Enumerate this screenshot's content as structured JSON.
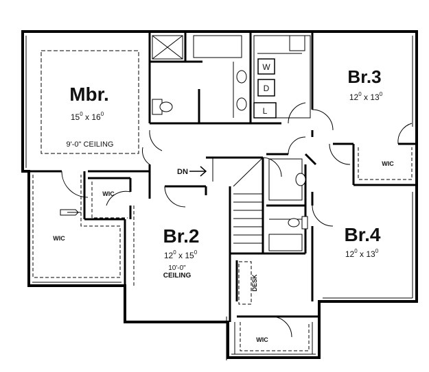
{
  "rooms": {
    "mbr": {
      "name": "Mbr.",
      "width": "15",
      "length": "16",
      "ceiling": "9'-0\" CEILING"
    },
    "br2": {
      "name": "Br.2",
      "width": "12",
      "length": "15",
      "ceiling_line1": "10'-0\"",
      "ceiling_line2": "CEILING"
    },
    "br3": {
      "name": "Br.3",
      "width": "12",
      "length": "13"
    },
    "br4": {
      "name": "Br.4",
      "width": "12",
      "length": "13"
    }
  },
  "dim": {
    "sup": "0",
    "times": "x"
  },
  "labels": {
    "wic": "WIC",
    "washer": "W",
    "dryer": "D",
    "linen": "L",
    "down": "DN",
    "desk": "DESK"
  }
}
